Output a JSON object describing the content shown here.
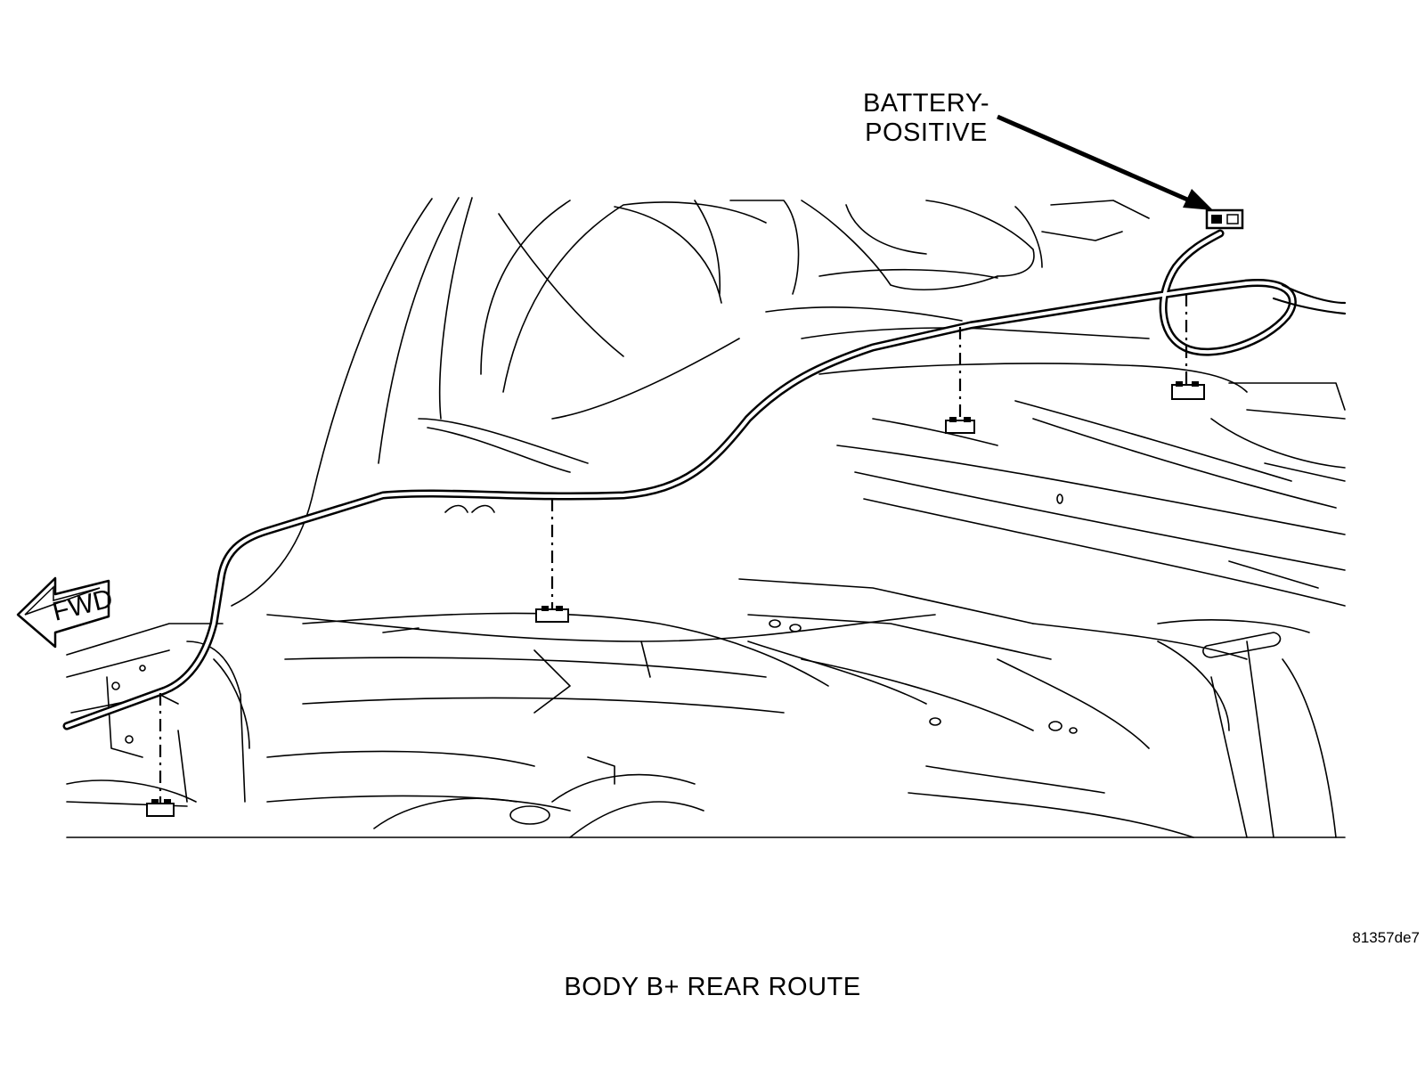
{
  "diagram": {
    "callout_battery_line1": "BATTERY-",
    "callout_battery_line2": "POSITIVE",
    "forward_arrow_label": "FWD",
    "figure_code": "81357de7",
    "caption": "BODY B+ REAR ROUTE"
  },
  "colors": {
    "line": "#000000",
    "background": "#ffffff"
  }
}
